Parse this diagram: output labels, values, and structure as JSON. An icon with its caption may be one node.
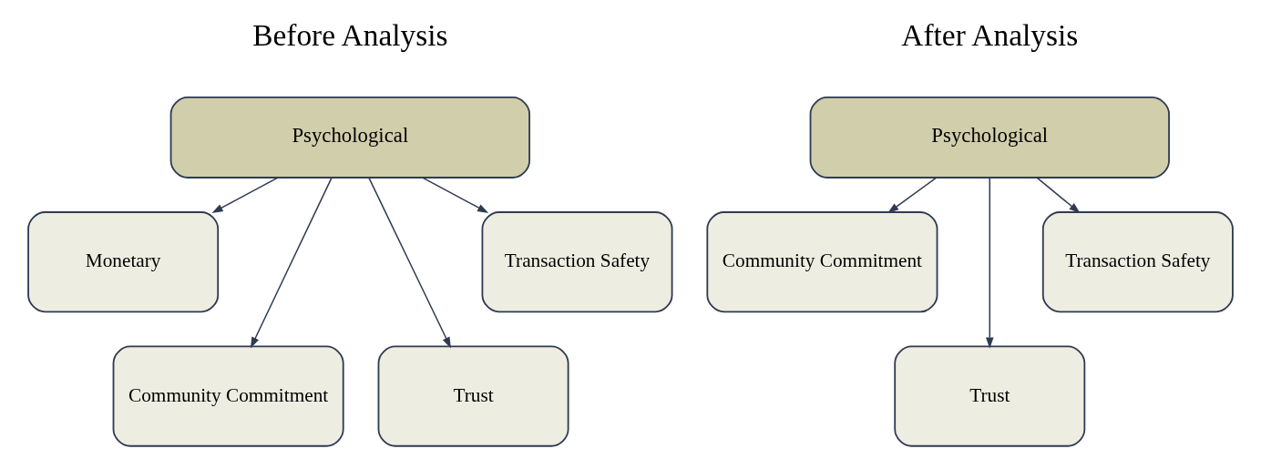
{
  "diagram": {
    "nodes": [
      {
        "text": [
          "Psychological"
        ]
      },
      {
        "text": [
          "Monetary"
        ]
      },
      {
        "text": [
          "Community Commitment"
        ]
      },
      {
        "text": [
          "Trust"
        ]
      },
      {
        "text": [
          "Transaction Safety"
        ]
      },
      {
        "text": [
          "Psychological"
        ]
      },
      {
        "text": [
          "Community Commitment"
        ]
      },
      {
        "text": [
          "Trust"
        ]
      },
      {
        "text": [
          "Transaction Safety"
        ]
      }
    ],
    "edges": [
      {
        "from": 0,
        "to": 1,
        "arrow": "to"
      },
      {
        "from": 0,
        "to": 2,
        "arrow": "to"
      },
      {
        "from": 0,
        "to": 3,
        "arrow": "to"
      },
      {
        "from": 0,
        "to": 4,
        "arrow": "to"
      },
      {
        "from": 5,
        "to": 6,
        "arrow": "to"
      },
      {
        "from": 5,
        "to": 7,
        "arrow": "to"
      },
      {
        "from": 5,
        "to": 8,
        "arrow": "to"
      }
    ],
    "labels": [
      "Before Analysis",
      "After Analysis"
    ]
  }
}
